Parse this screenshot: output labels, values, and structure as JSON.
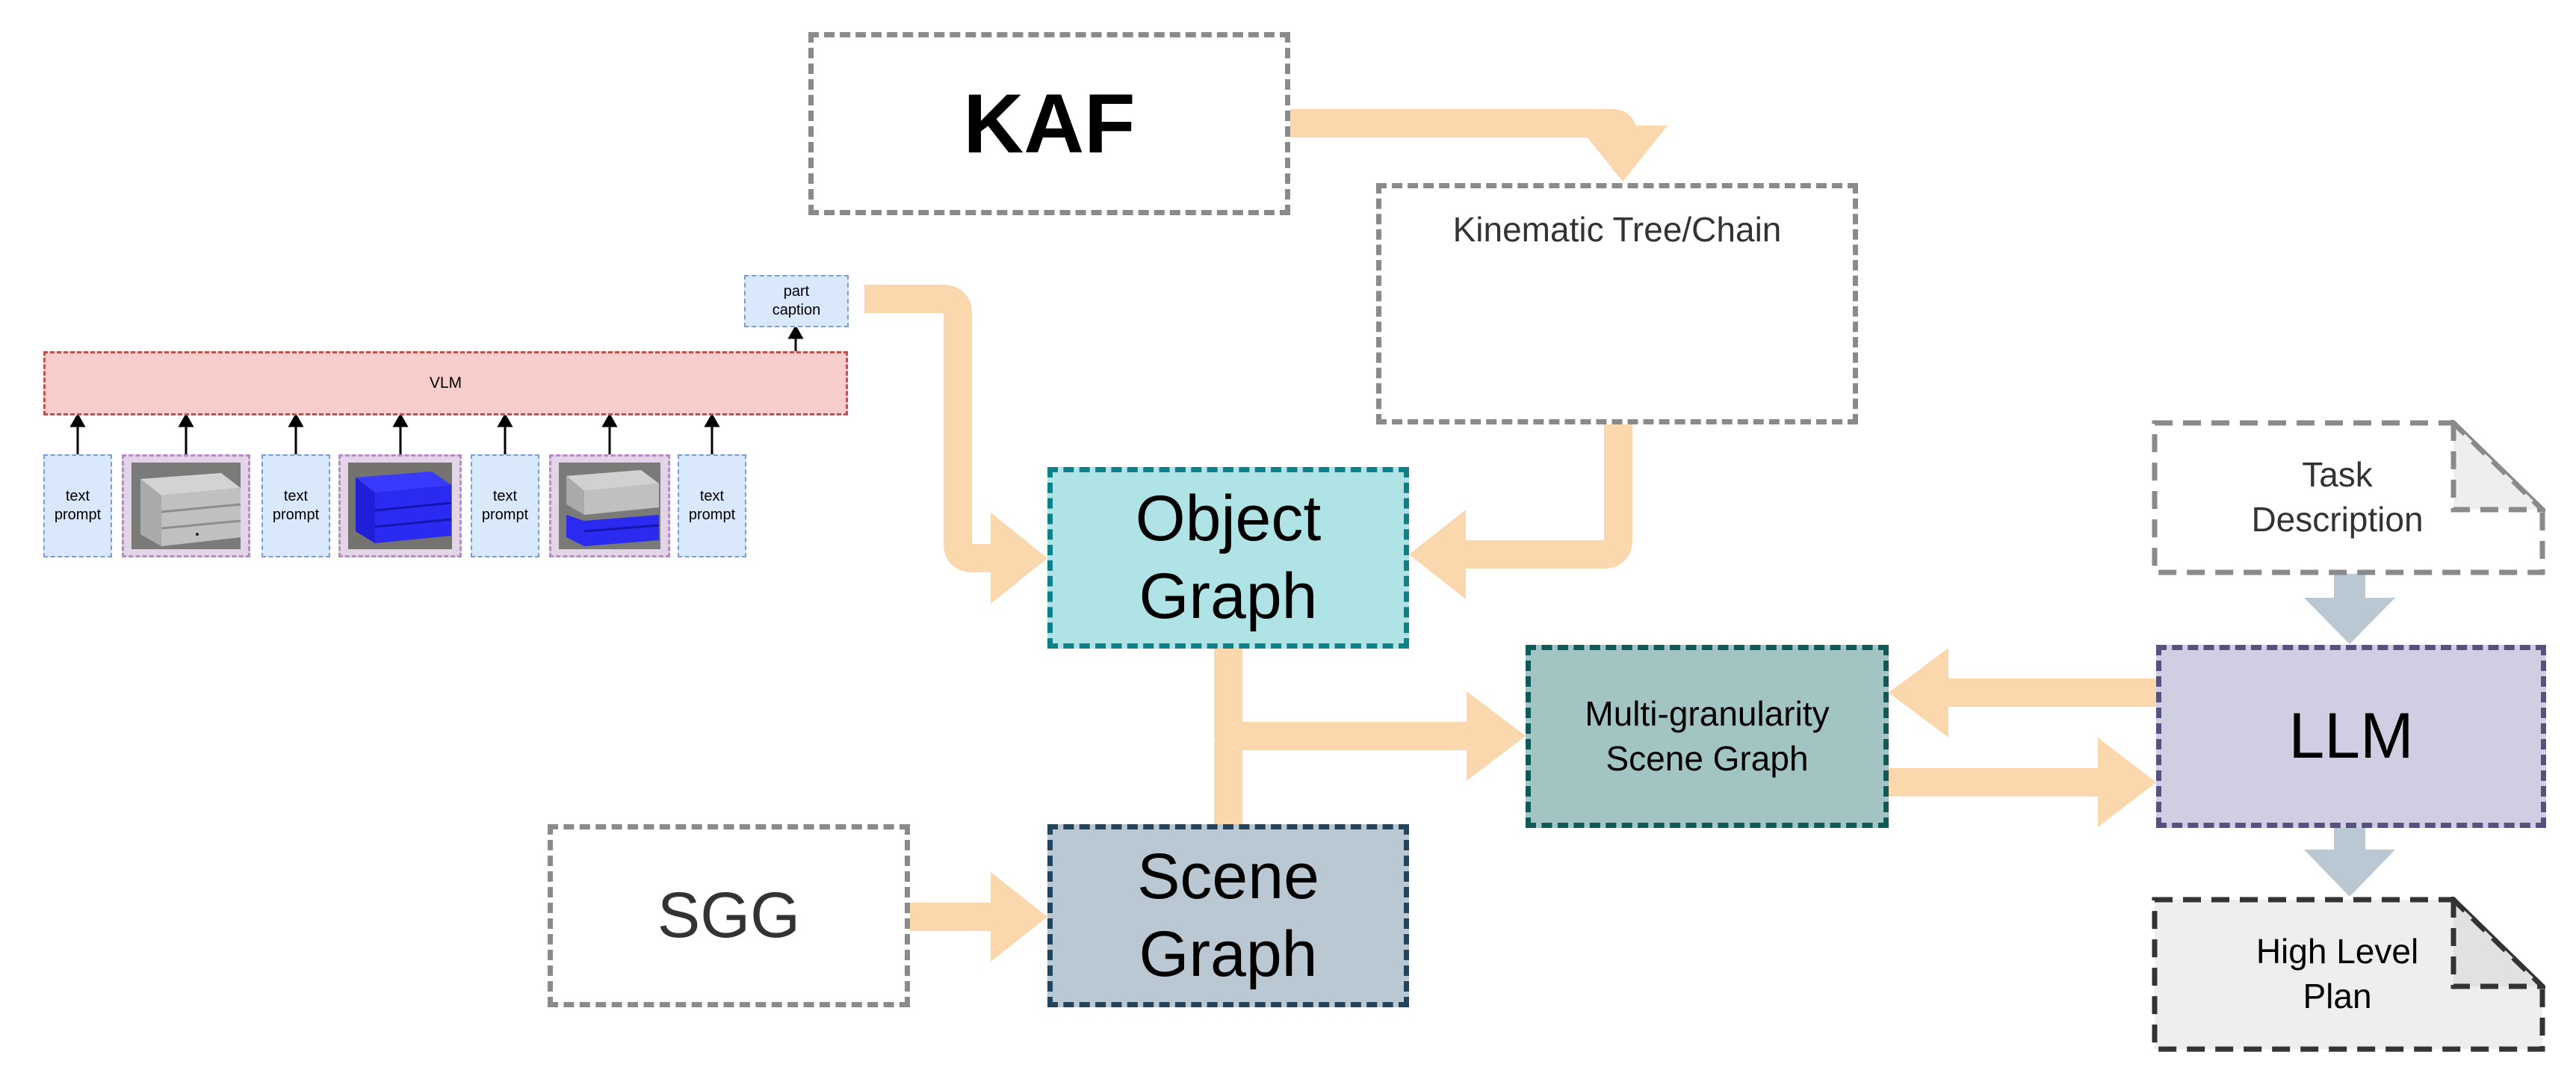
{
  "nodes": {
    "kaf": "KAF",
    "kinematic": "Kinematic Tree/Chain",
    "object_graph": "Object\nGraph",
    "scene_graph": "Scene\nGraph",
    "sgg": "SGG",
    "multi": "Multi-granularity\nScene Graph",
    "llm": "LLM",
    "task": "Task\nDescription",
    "plan": "High Level\nPlan",
    "vlm": "VLM",
    "part_caption": "part\ncaption",
    "text_prompts": [
      "text\nprompt",
      "text\nprompt",
      "text\nprompt",
      "text\nprompt"
    ]
  },
  "images": [
    "cabinet-drawers",
    "cabinet-drawers-segmented",
    "cabinet-drawer-part-segmented"
  ],
  "colors": {
    "arrow": "#fad7ac",
    "arrow_grey": "#bac8d3",
    "object_graph_fill": "#b0e3e6",
    "object_graph_border": "#0e8088",
    "scene_graph_fill": "#bac8d3",
    "scene_graph_border": "#23445d",
    "multi_fill": "#a2c4c3",
    "multi_border": "#0f5a59",
    "llm_fill": "#d0cee2",
    "llm_border": "#56517e",
    "vlm_fill": "#f8cecc",
    "vlm_border": "#b85450",
    "prompt_fill": "#dae8fc",
    "prompt_border": "#6c8ebf",
    "image_frame_fill": "#e1d5e7",
    "image_frame_border": "#9673a6",
    "plan_fill": "#eeeeee",
    "plan_border": "#333333"
  }
}
